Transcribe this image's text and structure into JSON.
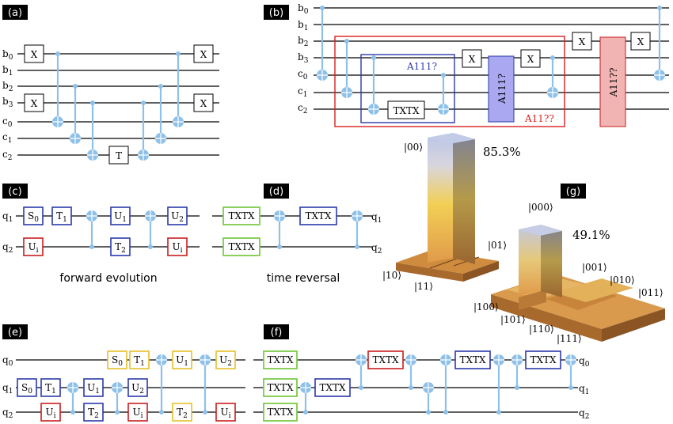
{
  "panels": {
    "a": {
      "tag": "(a)"
    },
    "b": {
      "tag": "(b)"
    },
    "c": {
      "tag": "(c)",
      "caption": "forward evolution"
    },
    "d": {
      "tag": "(d)",
      "caption": "time reversal"
    },
    "e": {
      "tag": "(e)"
    },
    "f": {
      "tag": "(f)"
    },
    "g": {
      "tag": "(g)"
    }
  },
  "qubits_a": [
    "b0",
    "b1",
    "b2",
    "b3",
    "c0",
    "c1",
    "c2"
  ],
  "gates": {
    "x": "X",
    "t": "T",
    "txtx": "TXTX",
    "s0": "S0",
    "t1": "T1",
    "t2": "T2",
    "u1": "U1",
    "u2": "U2",
    "ui": "Ui"
  },
  "box_labels": {
    "a111q": "A111?",
    "a11qq": "A11??",
    "a111q_gate": "A111?",
    "a11qq_gate": "A11??"
  },
  "qlabels": {
    "q0": "q0",
    "q1": "q1",
    "q2": "q2"
  },
  "histogram_2q": {
    "percent_label": "85.3%",
    "kets": [
      "|00⟩",
      "|01⟩",
      "|10⟩",
      "|11⟩"
    ]
  },
  "histogram_3q": {
    "percent_label": "49.1%",
    "kets": [
      "|000⟩",
      "|001⟩",
      "|010⟩",
      "|011⟩",
      "|100⟩",
      "|101⟩",
      "|110⟩",
      "|111⟩"
    ]
  },
  "colors": {
    "control": "#8ec1ea",
    "blue_box": "#2b3aa8",
    "red_box": "#c81e1e",
    "green_box": "#7ecb4a",
    "yellow_box": "#e6c029",
    "A111_fill": "#a9a8f0",
    "A11_fill": "#f2b3b3",
    "bar_orange": "#e0a257"
  }
}
